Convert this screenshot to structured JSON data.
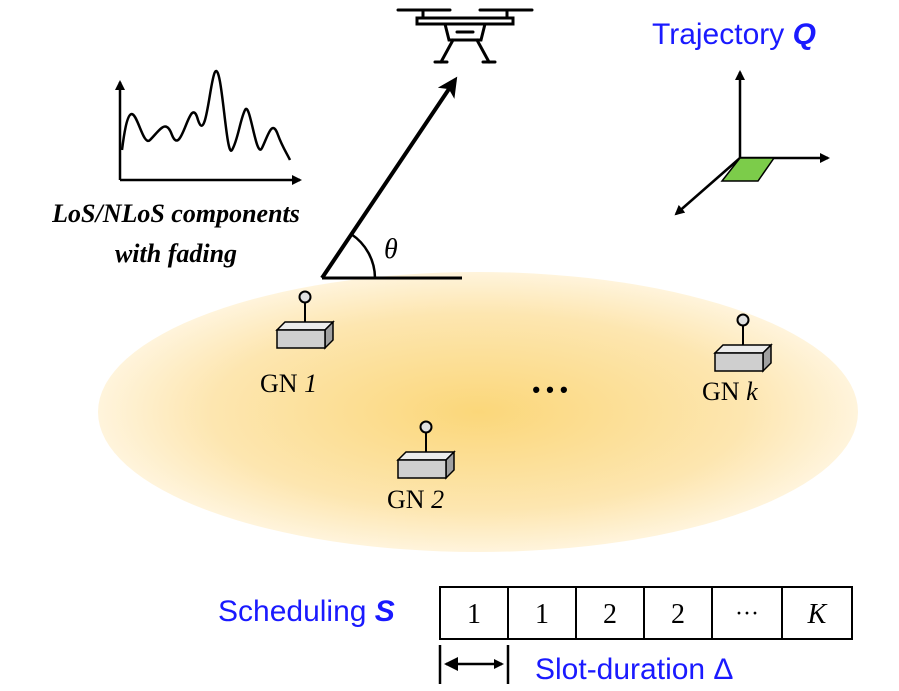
{
  "trajectory": {
    "label": "Trajectory ",
    "symbol": "Q"
  },
  "channel": {
    "line1": "LoS/NLoS components",
    "line2": "with fading",
    "angle_symbol": "θ"
  },
  "ground_nodes": [
    {
      "prefix": "GN ",
      "index": "1"
    },
    {
      "prefix": "GN ",
      "index": "2"
    },
    {
      "prefix": "GN ",
      "index": "k"
    }
  ],
  "ellipsis": "• • •",
  "scheduling": {
    "label": "Scheduling ",
    "symbol": "S",
    "slots": [
      "1",
      "1",
      "2",
      "2",
      "···",
      "K"
    ],
    "duration_label": "Slot-duration Δ"
  },
  "colors": {
    "accent_text": "#1a1aff",
    "area_center": "#fbd77a",
    "area_edge": "#fff4dc",
    "plane_fill": "#7ccc4a",
    "device_fill": "#cfcfcf"
  }
}
